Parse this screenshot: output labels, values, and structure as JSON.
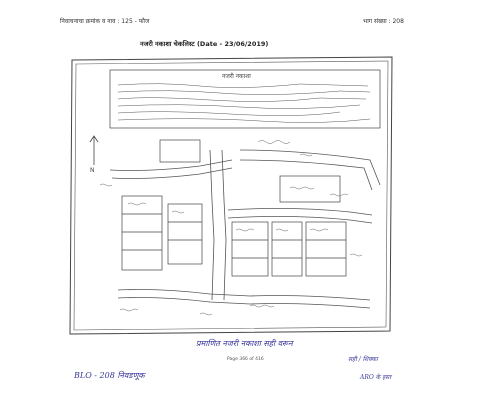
{
  "header": {
    "left_text": "निवाचनाचा क्रमांक व नाव : 125 - फौज",
    "right_text": "भाग संख्या : 208"
  },
  "title": "नजरी नकाशा चेकलिस्ट (Date - 23/06/2019)",
  "map_box_title": "नजरी नकाशा",
  "footer": {
    "handwritten_note": "प्रमाणित नजरी नकाशा सही वरून",
    "page_number": "Page 366 of 416",
    "signature_left": "BLO - 208 निवडणूक",
    "signature_right_top": "सही / शिक्का",
    "signature_right_bottom": "ARO के हस्त"
  }
}
